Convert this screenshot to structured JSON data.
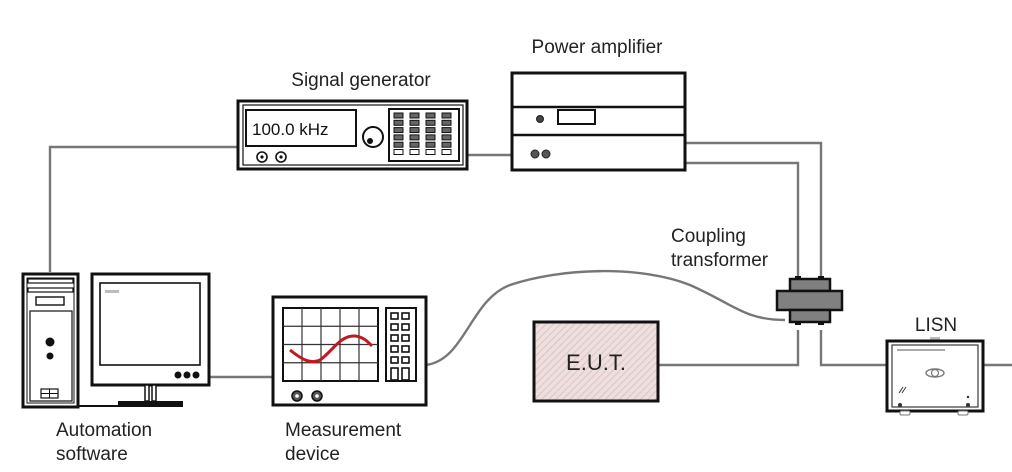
{
  "diagram": {
    "title": "",
    "colors": {
      "wire": "#777777",
      "outline": "#111111",
      "waveform": "#c0191f",
      "eut_fill": "#ecdcdc",
      "transformer_fill": "#808080"
    },
    "components": {
      "signal_generator": {
        "label": "Signal generator",
        "display_value": "100.0 kHz"
      },
      "power_amplifier": {
        "label": "Power amplifier",
        "display_value": ""
      },
      "automation_software": {
        "label_line1": "Automation",
        "label_line2": "software"
      },
      "measurement_device": {
        "label_line1": "Measurement",
        "label_line2": "device"
      },
      "coupling_transformer": {
        "label_line1": "Coupling",
        "label_line2": "transformer"
      },
      "eut": {
        "label": "E.U.T."
      },
      "lisn": {
        "label": "LISN"
      }
    },
    "connections": [
      {
        "from": "automation_software",
        "to": "signal_generator"
      },
      {
        "from": "automation_software",
        "to": "measurement_device"
      },
      {
        "from": "signal_generator",
        "to": "power_amplifier"
      },
      {
        "from": "power_amplifier",
        "to": "coupling_transformer"
      },
      {
        "from": "measurement_device",
        "to": "coupling_transformer"
      },
      {
        "from": "eut",
        "to": "coupling_transformer"
      },
      {
        "from": "coupling_transformer",
        "to": "lisn"
      }
    ]
  }
}
